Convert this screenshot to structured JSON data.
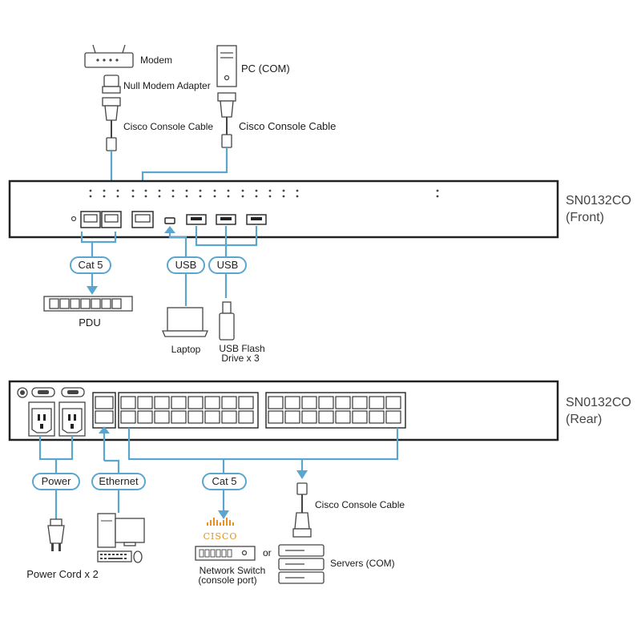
{
  "top_devices": {
    "modem": "Modem",
    "null_modem": "Null Modem Adapter",
    "cisco_cable_1": "Cisco Console Cable",
    "pc": "PC (COM)",
    "cisco_cable_2": "Cisco Console Cable"
  },
  "front_unit": {
    "model": "SN0132CO",
    "side": "(Front)"
  },
  "front_connections": {
    "cat5": "Cat 5",
    "usb_1": "USB",
    "usb_2": "USB",
    "pdu": "PDU",
    "laptop": "Laptop",
    "usb_flash_line1": "USB Flash",
    "usb_flash_line2": "Drive x 3"
  },
  "rear_unit": {
    "model": "SN0132CO",
    "side": "(Rear)"
  },
  "rear_connections": {
    "power": "Power",
    "ethernet": "Ethernet",
    "cat5": "Cat 5",
    "cisco_cable": "Cisco Console Cable",
    "power_cord": "Power Cord x 2",
    "cisco_logo": "CISCO",
    "or": "or",
    "network_switch_line1": "Network Switch",
    "network_switch_line2": "(console port)",
    "servers": "Servers (COM)"
  },
  "colors": {
    "cable": "#5aa6cf",
    "outline": "#222222",
    "cisco_logo": "#e8901a"
  }
}
